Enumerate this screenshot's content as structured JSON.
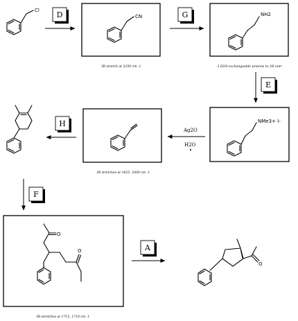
{
  "step_labels": {
    "D": "D",
    "G": "G",
    "E": "E",
    "H": "H",
    "F": "F",
    "A": "A"
  },
  "atoms": {
    "cl": "Cl",
    "cn": "CN",
    "nh2": "NH2",
    "nme3i": "NMe3+ I-",
    "o": "O"
  },
  "reagents": {
    "ag2o": "Ag2O",
    "h2o": "H2O",
    "heat": "•"
  },
  "captions": {
    "nitrile": "IR stretch at 2250 cm -1",
    "amine": "2 D2O-exchangeable protons in 1H nmr",
    "styrene": "IR stretches at 1625, 1600 cm -1",
    "diketone": "IR stretches at 1715, 1710 cm -1"
  }
}
